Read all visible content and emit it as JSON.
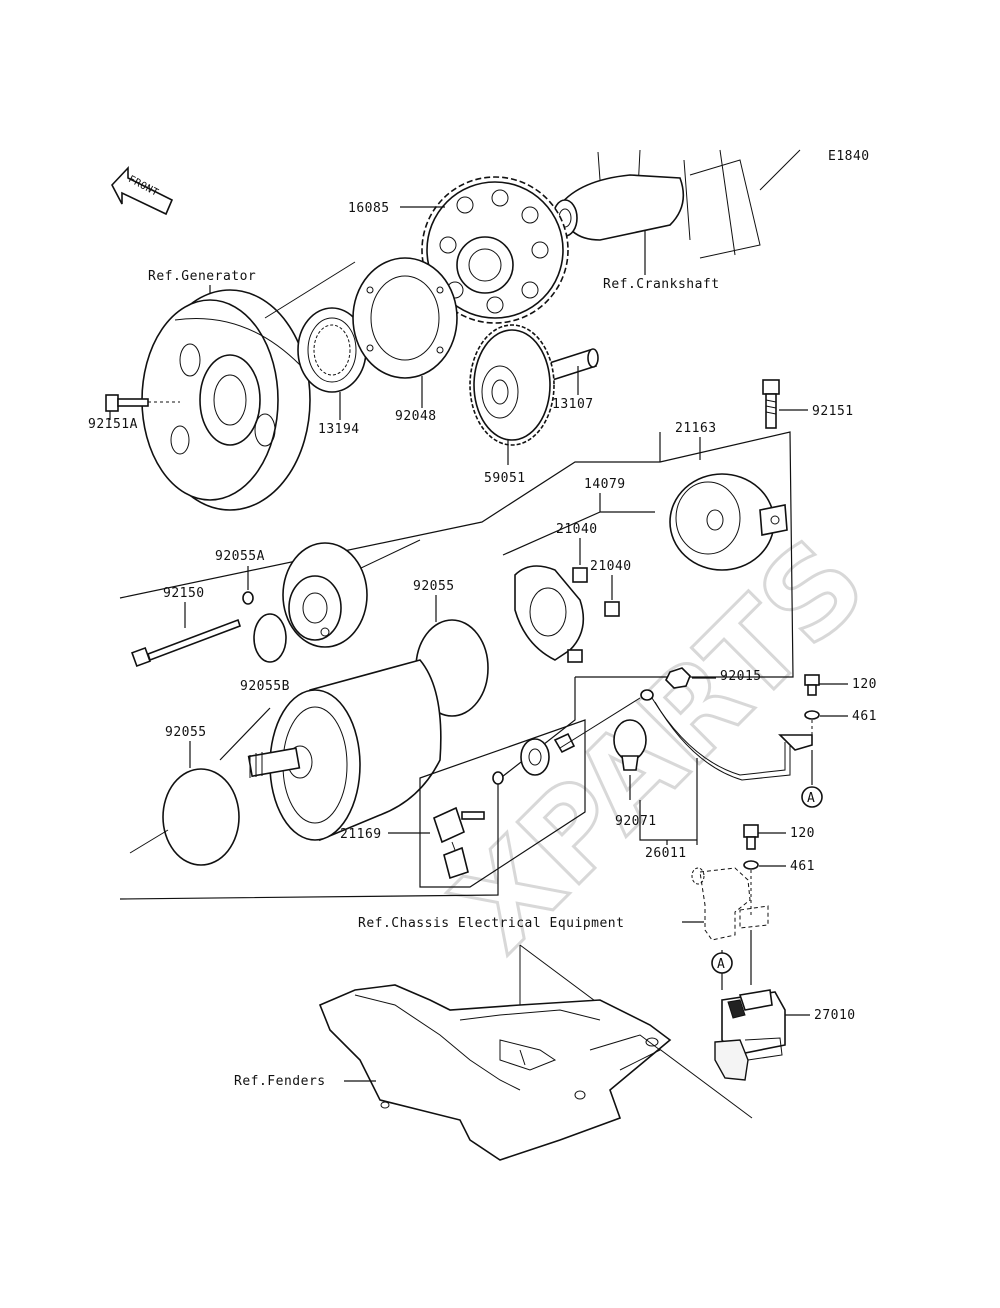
{
  "diagram": {
    "code": "E1840",
    "watermark": "XPARTS",
    "front_arrow_text": "FRONT",
    "references": {
      "generator": "Ref.Generator",
      "crankshaft": "Ref.Crankshaft",
      "chassis": "Ref.Chassis Electrical Equipment",
      "fenders": "Ref.Fenders"
    },
    "callout_letter": "A",
    "parts": [
      {
        "id": "p16085",
        "label": "16085"
      },
      {
        "id": "p13194",
        "label": "13194"
      },
      {
        "id": "p92048",
        "label": "92048"
      },
      {
        "id": "p13107",
        "label": "13107"
      },
      {
        "id": "p92151A",
        "label": "92151A"
      },
      {
        "id": "p59051",
        "label": "59051"
      },
      {
        "id": "p92151",
        "label": "92151"
      },
      {
        "id": "p21163",
        "label": "21163"
      },
      {
        "id": "p14079",
        "label": "14079"
      },
      {
        "id": "p21040a",
        "label": "21040"
      },
      {
        "id": "p21040b",
        "label": "21040"
      },
      {
        "id": "p92055A",
        "label": "92055A"
      },
      {
        "id": "p92150",
        "label": "92150"
      },
      {
        "id": "p92055a",
        "label": "92055"
      },
      {
        "id": "p92015",
        "label": "92015"
      },
      {
        "id": "p120a",
        "label": "120"
      },
      {
        "id": "p461a",
        "label": "461"
      },
      {
        "id": "p92055B",
        "label": "92055B"
      },
      {
        "id": "p92055b",
        "label": "92055"
      },
      {
        "id": "p92071",
        "label": "92071"
      },
      {
        "id": "p21169",
        "label": "21169"
      },
      {
        "id": "p26011",
        "label": "26011"
      },
      {
        "id": "p120b",
        "label": "120"
      },
      {
        "id": "p461b",
        "label": "461"
      },
      {
        "id": "p27010",
        "label": "27010"
      }
    ]
  }
}
